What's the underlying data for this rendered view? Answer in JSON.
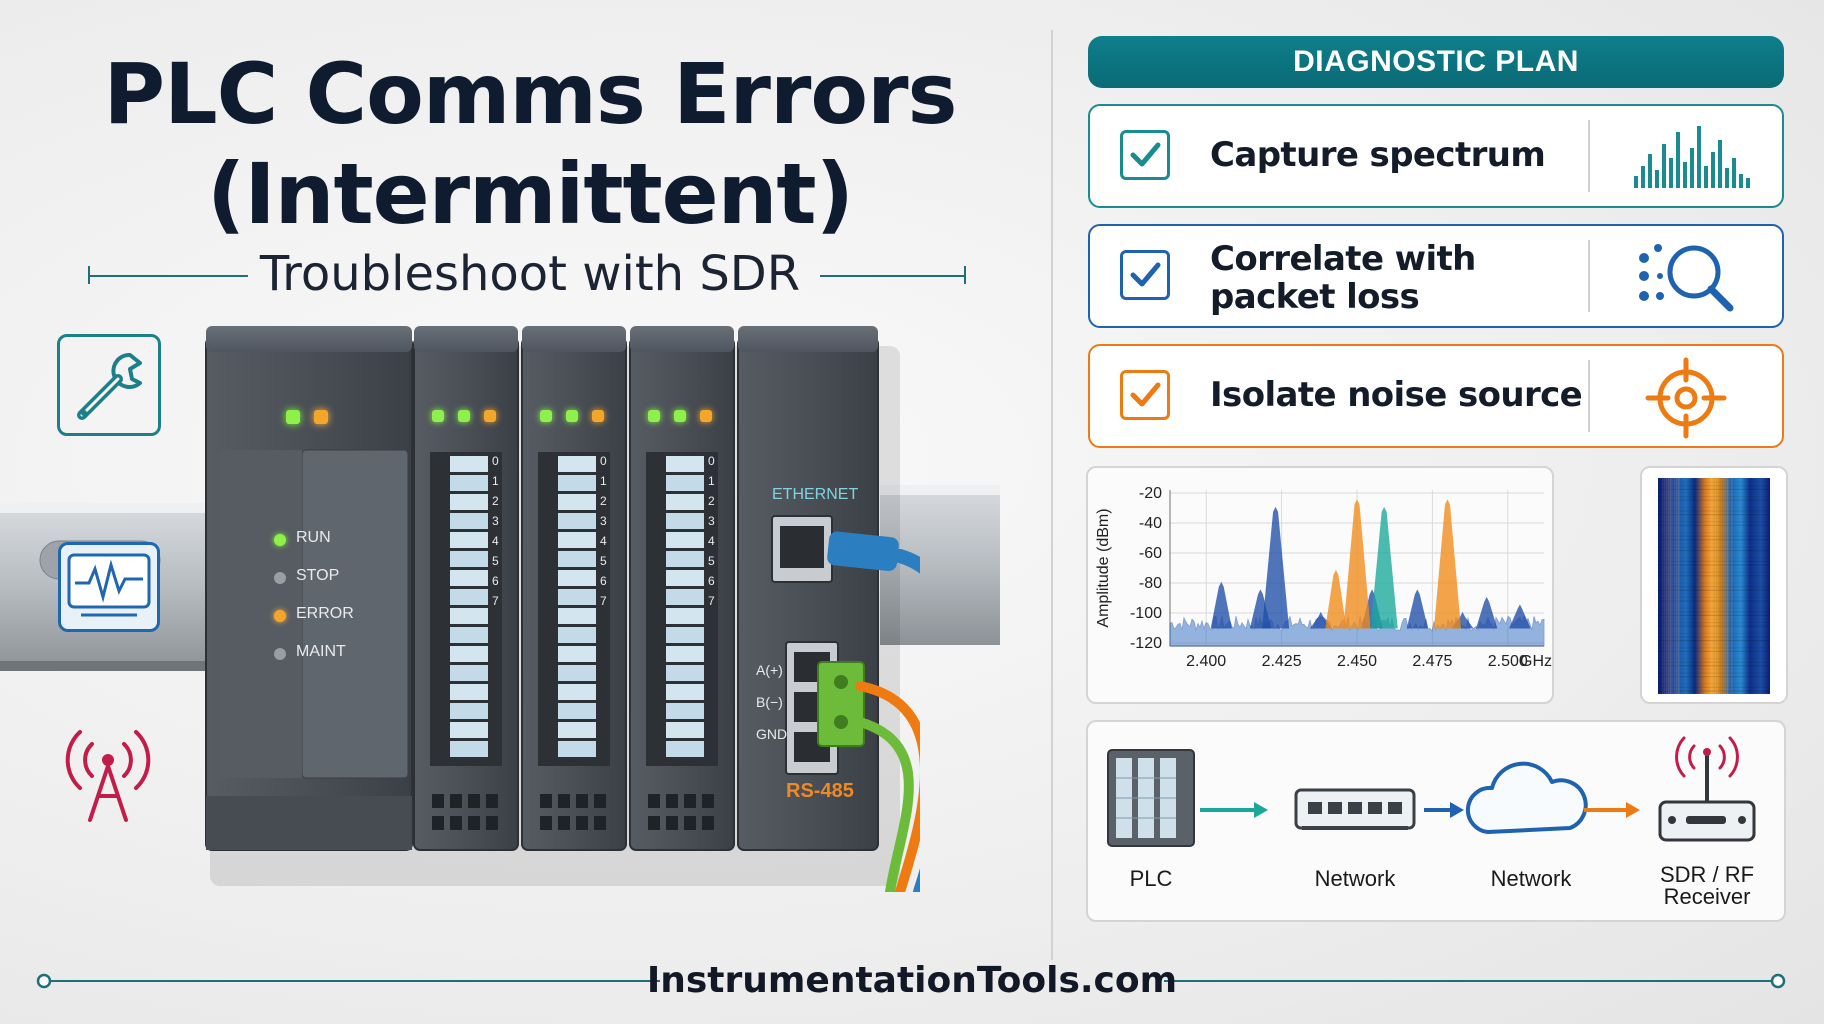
{
  "header": {
    "title_line1": "PLC Comms Errors",
    "title_line2": "(Intermittent)",
    "subtitle": "Troubleshoot with SDR"
  },
  "plc": {
    "cpu_status": [
      "RUN",
      "STOP",
      "ERROR",
      "MAINT"
    ],
    "channel_numbers": [
      "0",
      "1",
      "2",
      "3",
      "4",
      "5",
      "6",
      "7"
    ],
    "ethernet_label": "ETHERNET",
    "rs485_terminals": [
      "A(+)",
      "B(−)",
      "GND"
    ],
    "rs485_label": "RS-485"
  },
  "plan": {
    "header": "DIAGNOSTIC PLAN",
    "steps": [
      {
        "line1": "Capture spectrum",
        "line2": "",
        "color": "#1a8c8f",
        "icon": "bar-chart-icon"
      },
      {
        "line1": "Correlate with",
        "line2": "packet loss",
        "color": "#1e62b0",
        "icon": "magnifier-icon"
      },
      {
        "line1": "Isolate noise source",
        "line2": "",
        "color": "#ee7a12",
        "icon": "crosshair-icon"
      }
    ]
  },
  "chart_data": {
    "type": "line",
    "title": "",
    "xlabel": "",
    "ylabel": "Amplitude (dBm)",
    "x_unit": "GHz",
    "xlim": [
      2.388,
      2.512
    ],
    "ylim": [
      -122,
      -18
    ],
    "x_ticks": [
      "2.400",
      "2.425",
      "2.450",
      "2.475",
      "2.500"
    ],
    "y_ticks": [
      "-20",
      "-40",
      "-60",
      "-80",
      "-100",
      "-120"
    ],
    "grid": true,
    "series": [
      {
        "color": "#1f4fa8",
        "peaks": [
          [
            2.405,
            -80
          ],
          [
            2.418,
            -85
          ],
          [
            2.423,
            -30
          ],
          [
            2.438,
            -100
          ],
          [
            2.455,
            -85
          ],
          [
            2.47,
            -85
          ],
          [
            2.485,
            -100
          ],
          [
            2.493,
            -90
          ],
          [
            2.504,
            -95
          ]
        ]
      },
      {
        "color": "#f28c1a",
        "peaks": [
          [
            2.443,
            -72
          ],
          [
            2.45,
            -25
          ],
          [
            2.48,
            -25
          ]
        ]
      },
      {
        "color": "#1aa89a",
        "peaks": [
          [
            2.459,
            -30
          ]
        ]
      }
    ]
  },
  "network": {
    "nodes": [
      "PLC",
      "Network",
      "Network",
      "SDR / RF\nReceiver"
    ],
    "arrow_colors": [
      "#1aa89a",
      "#1e62b0",
      "#ee7a12"
    ]
  },
  "footer": {
    "text": "InstrumentationTools.com"
  }
}
